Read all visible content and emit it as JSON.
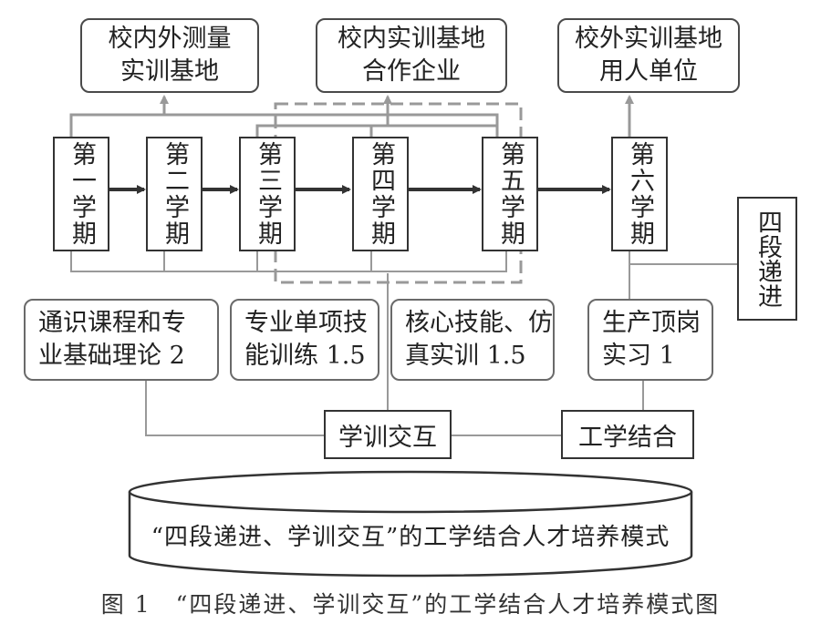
{
  "top_nodes": {
    "measure_base": "校内外测量\n实训基地",
    "coop_enterprise": "校内实训基地\n合作企业",
    "employer": "校外实训基地\n用人单位"
  },
  "terms": [
    "第一学期",
    "第二学期",
    "第三学期",
    "第四学期",
    "第五学期",
    "第六学期"
  ],
  "side_label": "四段递进",
  "stages": {
    "general": "通识课程和专\n业基础理论 2",
    "single_skill": "专业单项技\n能训练 1.5",
    "core_skill": "核心技能、仿\n真实训 1.5",
    "internship": "生产顶岗\n实习 1"
  },
  "connectors": {
    "learn_train": "学训交互",
    "work_study": "工学结合"
  },
  "mode_label": "“四段递进、学训交互”的工学结合人才培养模式",
  "caption": "图 1　“四段递进、学训交互”的工学结合人才培养模式图"
}
